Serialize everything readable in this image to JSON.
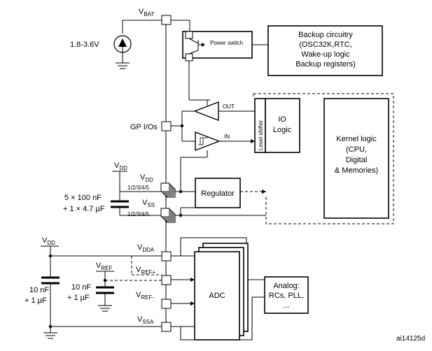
{
  "labels": {
    "vbat": {
      "main": "V",
      "sub": "BAT"
    },
    "battery_voltage": "1.8-3.6V",
    "power_switch": "Power switch",
    "backup_circuitry": [
      "Backup circuitry",
      "(OSC32K,RTC,",
      "Wake-up logic",
      "Backup registers)"
    ],
    "out": "OUT",
    "in": "IN",
    "level_shifter": "Level shifter",
    "io_logic": [
      "IO",
      "Logic"
    ],
    "kernel_logic": [
      "Kernel logic",
      "(CPU,",
      "Digital",
      "& Memories)"
    ],
    "gp_ios": "GP I/Os",
    "vdd_supply": {
      "main": "V",
      "sub": "DD"
    },
    "vdd_pin": {
      "main": "V",
      "sub": "DD"
    },
    "vdd_pins": "1/2/3/4/5",
    "caps_main": [
      "5 × 100 nF",
      "+ 1 × 4.7 µF"
    ],
    "vss_pin": {
      "main": "V",
      "sub": "SS"
    },
    "vss_pins": "1/2/3/4/5",
    "regulator": "Regulator",
    "vdd_analog_supply": {
      "main": "V",
      "sub": "DD"
    },
    "vdda_pin": {
      "main": "V",
      "sub": "DDA"
    },
    "vref_supply": {
      "main": "V",
      "sub": "REF"
    },
    "vref_plus_pin": {
      "main": "V",
      "sub": "REF+"
    },
    "vref_minus_pin": {
      "main": "V",
      "sub": "REF-"
    },
    "vssa_pin": {
      "main": "V",
      "sub": "SSA"
    },
    "caps_analog": [
      "10 nF",
      "+ 1 µF"
    ],
    "caps_vref": [
      "10 nF",
      "+ 1 µF"
    ],
    "adc": "ADC",
    "analog": [
      "Analog:",
      "RCs, PLL,",
      "..."
    ],
    "figure_id": "ai14125d"
  }
}
